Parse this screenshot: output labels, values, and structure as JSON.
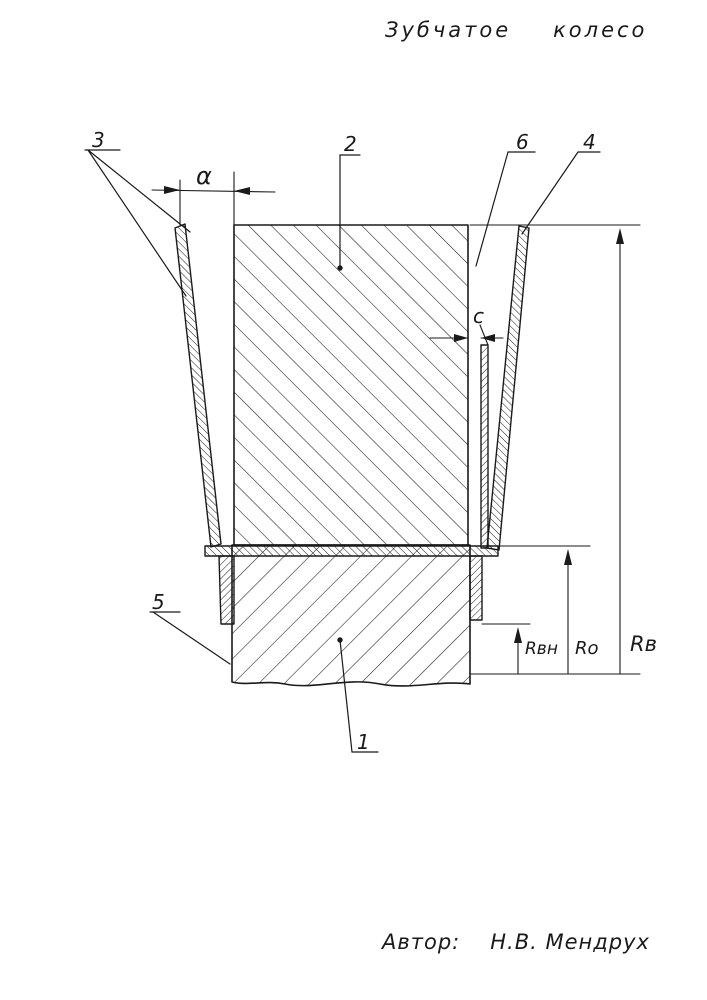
{
  "title": {
    "word1": "Зубчатое",
    "word2": "колесо"
  },
  "author": {
    "label": "Автор:",
    "name": "Н.В. Мендрух"
  },
  "callouts": {
    "c1": "1",
    "c2": "2",
    "c3": "3",
    "c4": "4",
    "c5": "5",
    "c6": "6"
  },
  "dimensions": {
    "angle": "α",
    "gap": "c",
    "r_inner": "Rвн",
    "r_o": "Ro",
    "r_b": "Rв"
  },
  "colors": {
    "ink": "#1a1a1a",
    "paper": "#ffffff"
  }
}
